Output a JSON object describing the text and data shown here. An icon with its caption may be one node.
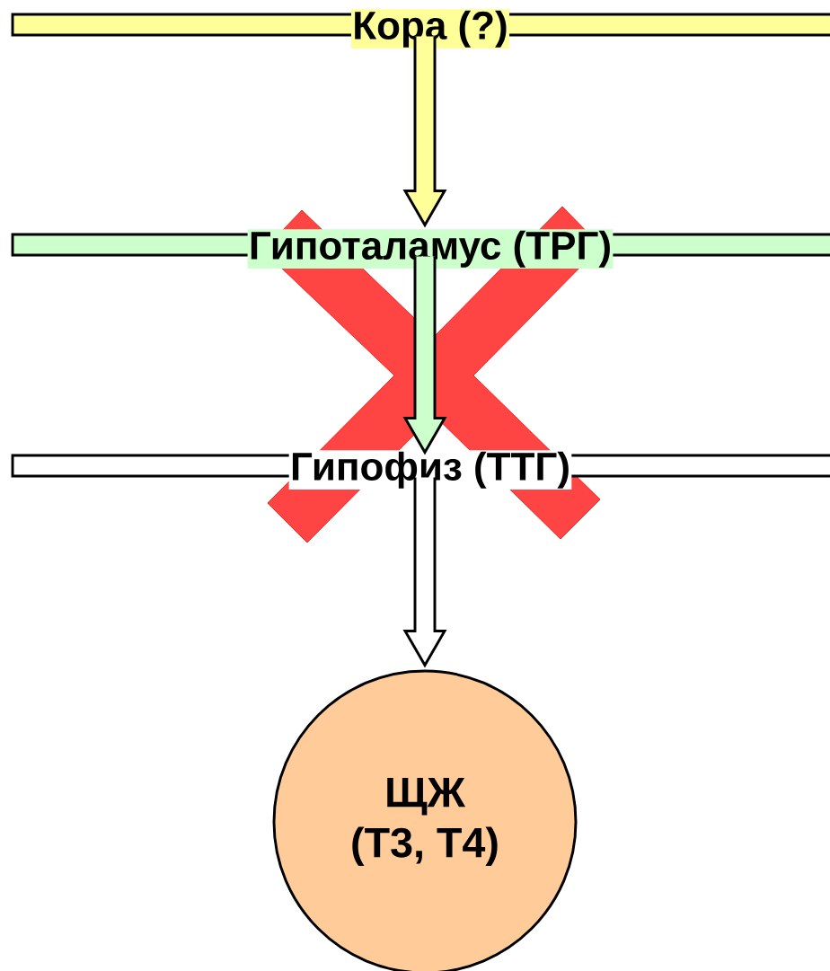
{
  "diagram": {
    "nodes": [
      {
        "text": [
          "Кора (?)"
        ]
      },
      {
        "text": [
          "Гипоталамус (ТРГ)"
        ]
      },
      {
        "text": [
          "Гипофиз (ТТГ)"
        ]
      },
      {
        "text": [
          "ЩЖ",
          "(Т3, Т4)"
        ]
      }
    ],
    "edges": [
      {
        "from": 0,
        "to": 1,
        "arrow": "to",
        "color": "#ffff99"
      },
      {
        "from": 1,
        "to": 2,
        "arrow": "to",
        "color": "#ccffcc"
      },
      {
        "from": 2,
        "to": 3,
        "arrow": "to",
        "color": "#ffffff"
      }
    ]
  }
}
